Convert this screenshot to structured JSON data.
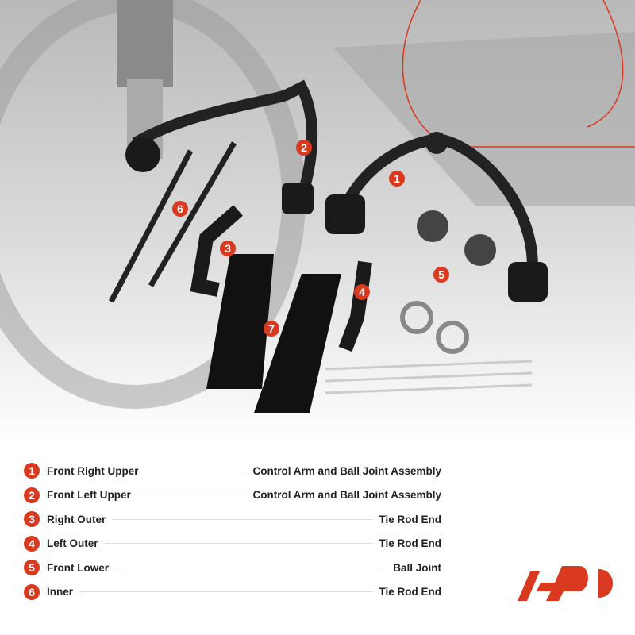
{
  "image_badges": [
    "1",
    "2",
    "3",
    "4",
    "5",
    "6",
    "7"
  ],
  "legend": [
    {
      "num": "1",
      "left": "Front Right Upper",
      "right": "Control Arm and Ball Joint Assembly"
    },
    {
      "num": "2",
      "left": "Front Left Upper",
      "right": "Control Arm and Ball Joint Assembly"
    },
    {
      "num": "3",
      "left": "Right Outer",
      "right": "Tie Rod End"
    },
    {
      "num": "4",
      "left": "Left Outer",
      "right": "Tie Rod End"
    },
    {
      "num": "5",
      "left": "Front Lower",
      "right": "Ball Joint"
    },
    {
      "num": "6",
      "left": "Inner",
      "right": "Tie Rod End"
    }
  ],
  "brand_logo": "AP",
  "colors": {
    "accent": "#d9391e"
  }
}
